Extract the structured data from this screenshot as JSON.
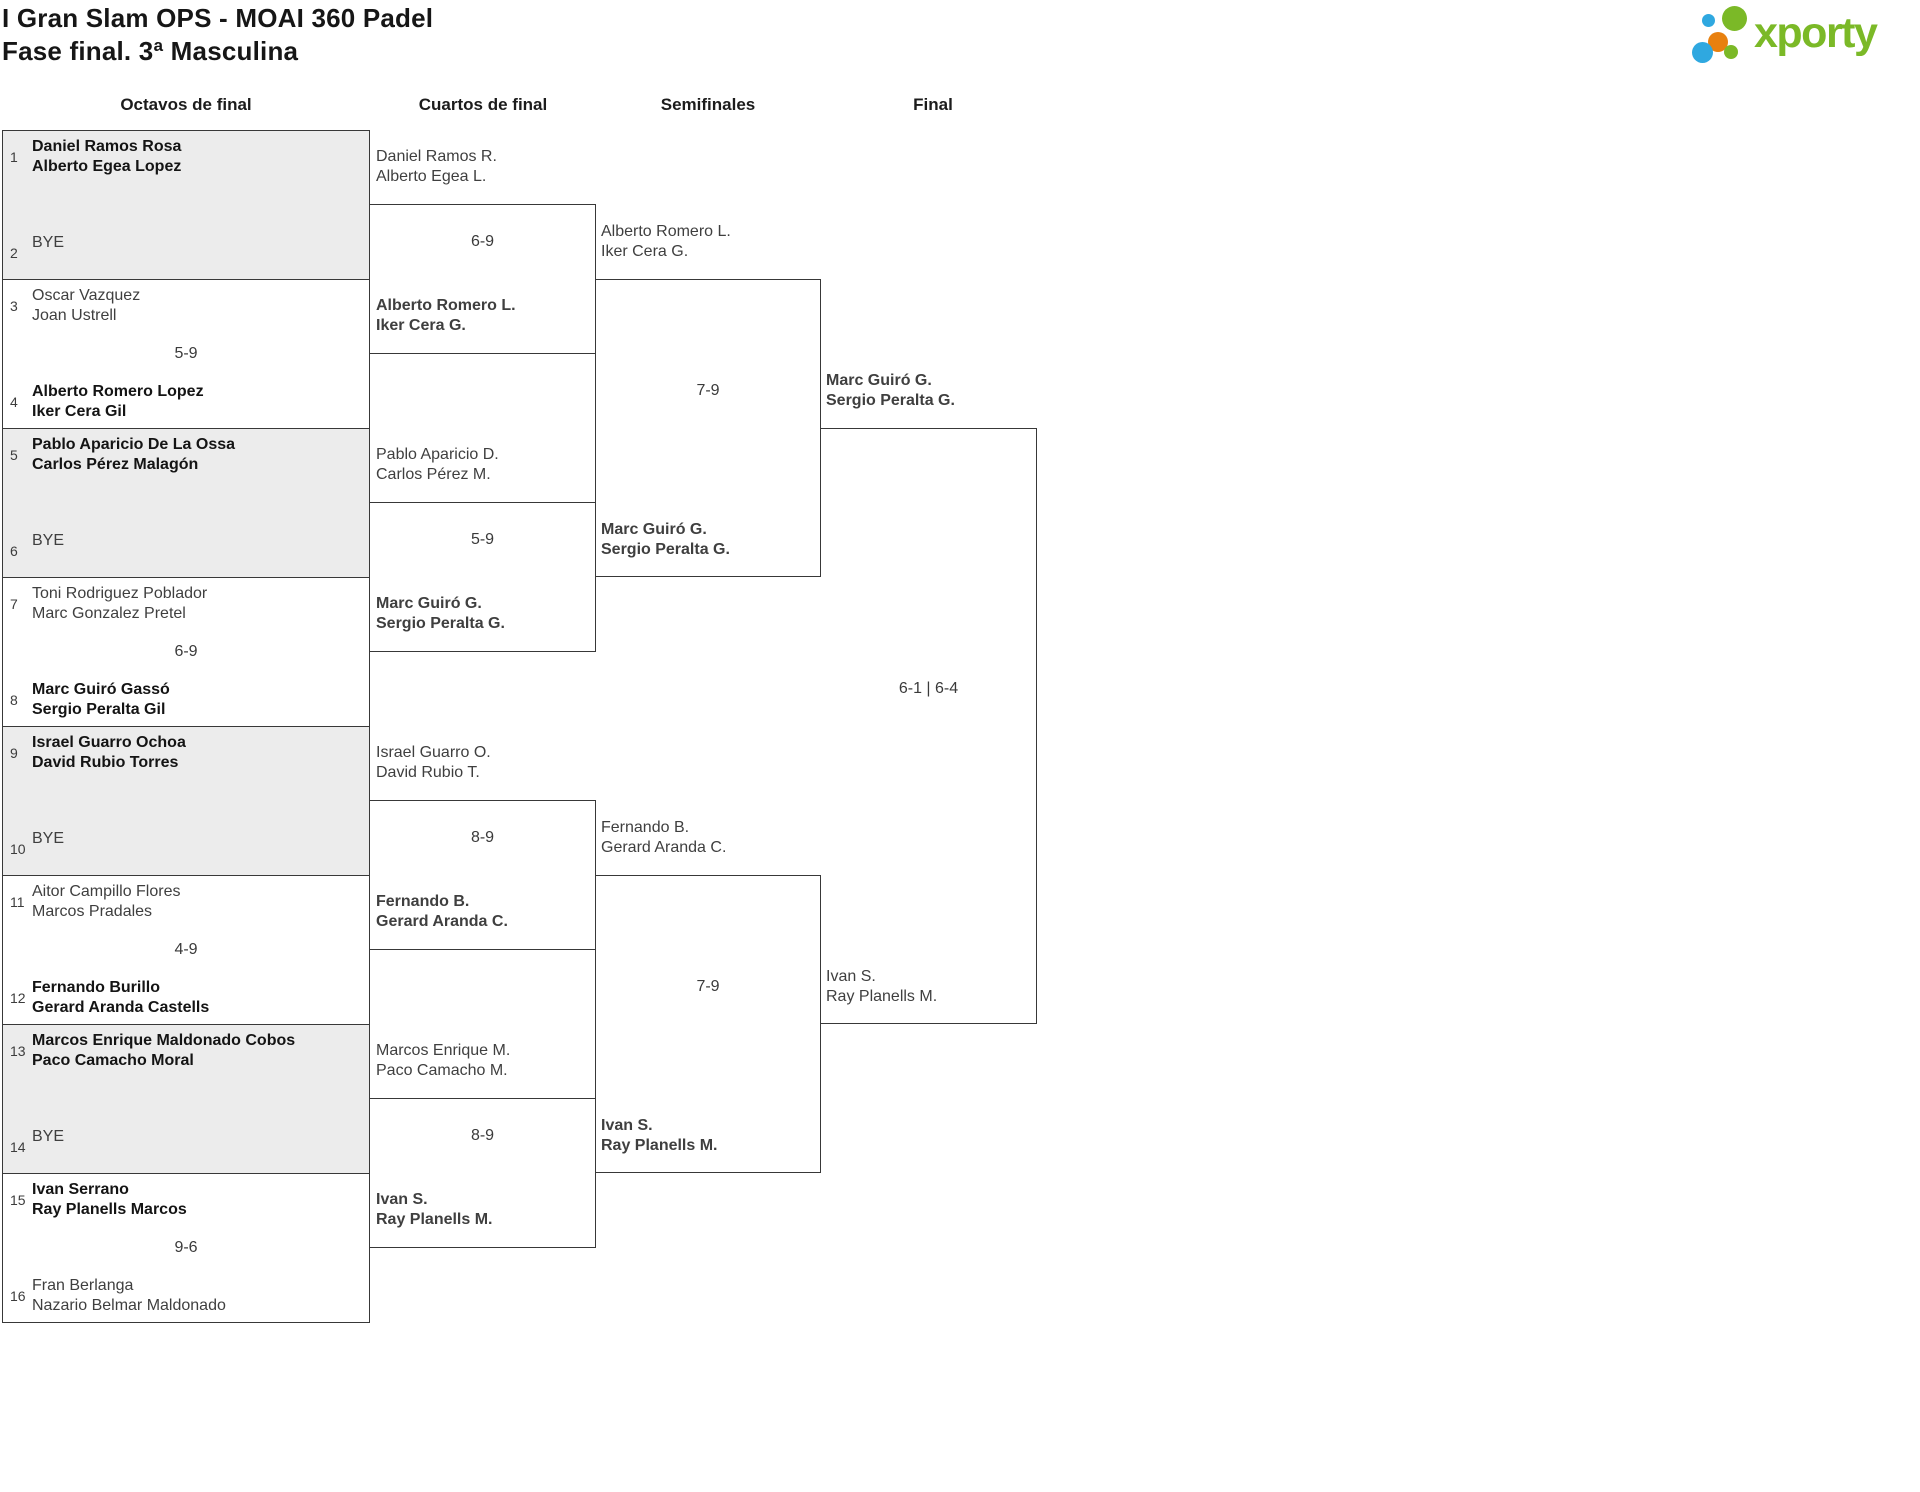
{
  "header": {
    "title_line1": "I Gran Slam OPS - MOAI 360 Padel",
    "title_line2": "Fase final. 3ª Masculina",
    "brand": "xporty"
  },
  "colors": {
    "brand_green": "#7bb927",
    "brand_blue": "#2fa8e0",
    "brand_orange": "#e8800f",
    "shaded_box": "#ececec",
    "border": "#383838"
  },
  "round_headers": [
    "Octavos de final",
    "Cuartos de final",
    "Semifinales",
    "Final"
  ],
  "octavos": [
    {
      "seed_top": "1",
      "top": [
        "Daniel Ramos Rosa",
        "Alberto Egea Lopez"
      ],
      "top_winner": true,
      "score": "",
      "seed_bottom": "2",
      "bottom": [
        "BYE"
      ],
      "bottom_winner": false
    },
    {
      "seed_top": "3",
      "top": [
        "Oscar Vazquez",
        "Joan Ustrell"
      ],
      "top_winner": false,
      "score": "5-9",
      "seed_bottom": "4",
      "bottom": [
        "Alberto Romero Lopez",
        "Iker Cera Gil"
      ],
      "bottom_winner": true
    },
    {
      "seed_top": "5",
      "top": [
        "Pablo Aparicio De La Ossa",
        "Carlos Pérez Malagón"
      ],
      "top_winner": true,
      "score": "",
      "seed_bottom": "6",
      "bottom": [
        "BYE"
      ],
      "bottom_winner": false
    },
    {
      "seed_top": "7",
      "top": [
        "Toni Rodriguez Poblador",
        "Marc Gonzalez Pretel"
      ],
      "top_winner": false,
      "score": "6-9",
      "seed_bottom": "8",
      "bottom": [
        "Marc Guiró Gassó",
        "Sergio Peralta Gil"
      ],
      "bottom_winner": true
    },
    {
      "seed_top": "9",
      "top": [
        "Israel Guarro Ochoa",
        "David Rubio Torres"
      ],
      "top_winner": true,
      "score": "",
      "seed_bottom": "10",
      "bottom": [
        "BYE"
      ],
      "bottom_winner": false
    },
    {
      "seed_top": "11",
      "top": [
        "Aitor Campillo Flores",
        "Marcos Pradales"
      ],
      "top_winner": false,
      "score": "4-9",
      "seed_bottom": "12",
      "bottom": [
        "Fernando Burillo",
        "Gerard Aranda Castells"
      ],
      "bottom_winner": true
    },
    {
      "seed_top": "13",
      "top": [
        "Marcos Enrique Maldonado Cobos",
        "Paco Camacho Moral"
      ],
      "top_winner": true,
      "score": "",
      "seed_bottom": "14",
      "bottom": [
        "BYE"
      ],
      "bottom_winner": false
    },
    {
      "seed_top": "15",
      "top": [
        "Ivan Serrano",
        "Ray Planells Marcos"
      ],
      "top_winner": true,
      "score": "9-6",
      "seed_bottom": "16",
      "bottom": [
        "Fran Berlanga",
        "Nazario Belmar Maldonado"
      ],
      "bottom_winner": false
    }
  ],
  "cuartos": [
    {
      "top": [
        "Daniel Ramos R.",
        "Alberto Egea L."
      ],
      "top_winner": false,
      "score": "6-9",
      "bottom": [
        "Alberto Romero L.",
        "Iker Cera G."
      ],
      "bottom_winner": true
    },
    {
      "top": [
        "Pablo Aparicio D.",
        "Carlos Pérez M."
      ],
      "top_winner": false,
      "score": "5-9",
      "bottom": [
        "Marc Guiró G.",
        "Sergio Peralta G."
      ],
      "bottom_winner": true
    },
    {
      "top": [
        "Israel Guarro O.",
        "David Rubio T."
      ],
      "top_winner": false,
      "score": "8-9",
      "bottom": [
        "Fernando B.",
        "Gerard Aranda C."
      ],
      "bottom_winner": true
    },
    {
      "top": [
        "Marcos Enrique M.",
        "Paco Camacho M."
      ],
      "top_winner": false,
      "score": "8-9",
      "bottom": [
        "Ivan S.",
        "Ray Planells M."
      ],
      "bottom_winner": true
    }
  ],
  "semifinales": [
    {
      "top": [
        "Alberto Romero L.",
        "Iker Cera G."
      ],
      "top_winner": false,
      "score": "7-9",
      "bottom": [
        "Marc Guiró G.",
        "Sergio Peralta G."
      ],
      "bottom_winner": true
    },
    {
      "top": [
        "Fernando B.",
        "Gerard Aranda C."
      ],
      "top_winner": false,
      "score": "7-9",
      "bottom": [
        "Ivan S.",
        "Ray Planells M."
      ],
      "bottom_winner": true
    }
  ],
  "final": {
    "top": [
      "Marc Guiró G.",
      "Sergio Peralta G."
    ],
    "top_winner": true,
    "score": "6-1 | 6-4",
    "bottom": [
      "Ivan S.",
      "Ray Planells M."
    ],
    "bottom_winner": false
  }
}
